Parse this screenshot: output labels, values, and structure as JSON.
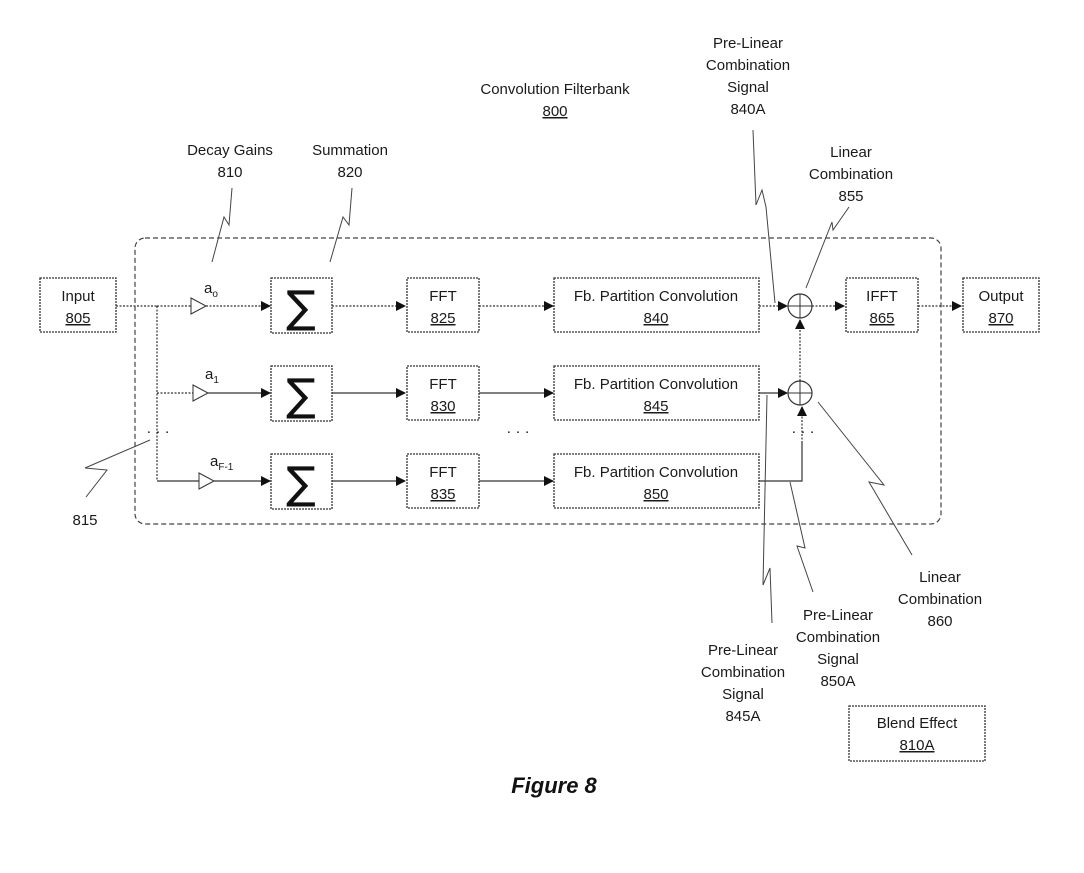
{
  "figure": {
    "caption": "Figure 8",
    "container": {
      "title": "Convolution Filterbank",
      "ref": "800"
    }
  },
  "blocks": {
    "input": {
      "label": "Input",
      "ref": "805"
    },
    "output": {
      "label": "Output",
      "ref": "870"
    },
    "fft": [
      {
        "label": "FFT",
        "ref": "825"
      },
      {
        "label": "FFT",
        "ref": "830"
      },
      {
        "label": "FFT",
        "ref": "835"
      }
    ],
    "conv": [
      {
        "label": "Fb. Partition Convolution",
        "ref": "840"
      },
      {
        "label": "Fb. Partition Convolution",
        "ref": "845"
      },
      {
        "label": "Fb. Partition Convolution",
        "ref": "850"
      }
    ],
    "ifft": {
      "label": "IFFT",
      "ref": "865"
    },
    "blend": {
      "label": "Blend Effect",
      "ref": "810A"
    },
    "summation_symbol": "∑"
  },
  "gains": [
    {
      "base": "a",
      "sub": "o"
    },
    {
      "base": "a",
      "sub": "1"
    },
    {
      "base": "a",
      "sub": "F-1"
    }
  ],
  "ellipsis": "· · ·",
  "callouts": {
    "decay_gains": {
      "lines": [
        "Decay Gains",
        "810"
      ]
    },
    "summation": {
      "lines": [
        "Summation",
        "820"
      ]
    },
    "pre_linear_840a": {
      "lines": [
        "Pre-Linear",
        "Combination",
        "Signal",
        "840A"
      ]
    },
    "linear_855": {
      "lines": [
        "Linear",
        "Combination",
        "855"
      ]
    },
    "branch_815": {
      "lines": [
        "815"
      ]
    },
    "linear_860": {
      "lines": [
        "Linear",
        "Combination",
        "860"
      ]
    },
    "pre_linear_850a": {
      "lines": [
        "Pre-Linear",
        "Combination",
        "Signal",
        "850A"
      ]
    },
    "pre_linear_845a": {
      "lines": [
        "Pre-Linear",
        "Combination",
        "Signal",
        "845A"
      ]
    }
  }
}
